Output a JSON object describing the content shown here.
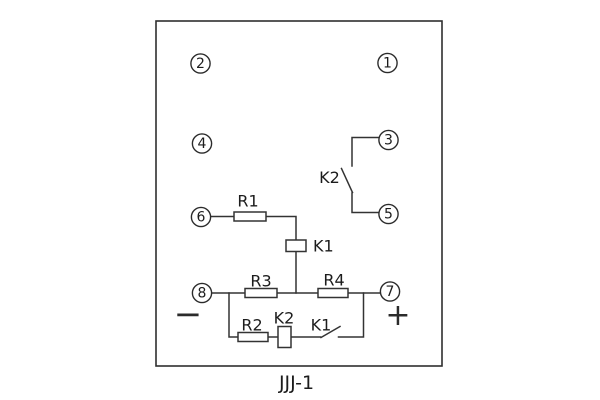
{
  "diagram": {
    "caption": "JJJ-1",
    "terminals": [
      {
        "number": "1"
      },
      {
        "number": "2"
      },
      {
        "number": "3"
      },
      {
        "number": "4"
      },
      {
        "number": "5"
      },
      {
        "number": "6"
      },
      {
        "number": "7"
      },
      {
        "number": "8"
      }
    ],
    "labels": {
      "r1": "R1",
      "r2": "R2",
      "r3": "R3",
      "r4": "R4",
      "k1_coil": "K1",
      "k2_coil": "K2",
      "k1_contact": "K1",
      "k2_contact": "K2"
    },
    "polarity": {
      "negative": "−",
      "positive": "+"
    },
    "colors": {
      "line": "#333333",
      "text": "#1c1c1c",
      "background": "#ffffff"
    }
  }
}
